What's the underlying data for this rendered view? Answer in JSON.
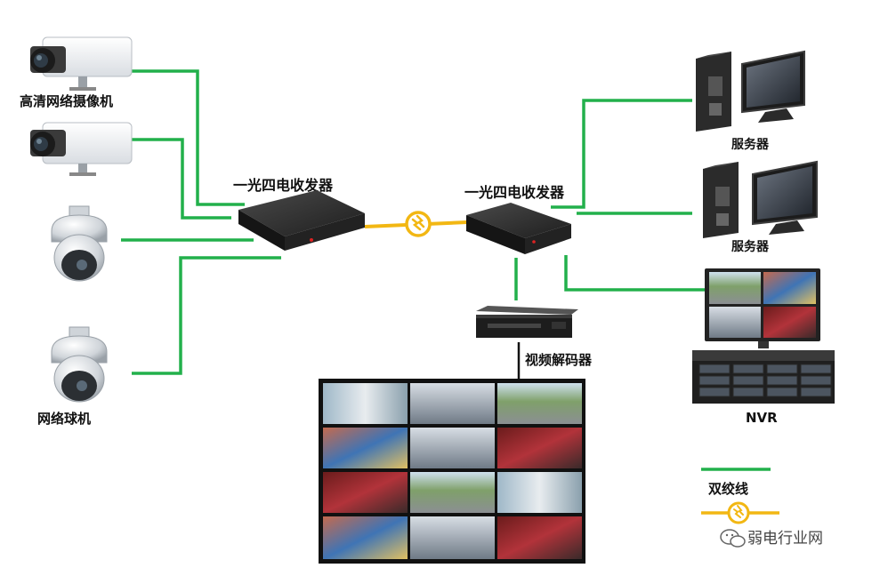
{
  "labels": {
    "hd_camera": "高清网络摄像机",
    "dome_camera": "网络球机",
    "transceiver_left": "一光四电收发器",
    "transceiver_right": "一光四电收发器",
    "server_top": "服务器",
    "server_bottom": "服务器",
    "nvr": "NVR",
    "decoder": "视频解码器",
    "legend_twisted_pair": "双绞线",
    "watermark": "弱电行业网"
  },
  "colors": {
    "twisted_pair": "#22b04b",
    "fiber": "#f2b713",
    "device_dark": "#2a2a2a"
  },
  "icons": {
    "fiber_link": "fiber-link-icon",
    "wechat": "wechat-icon"
  }
}
